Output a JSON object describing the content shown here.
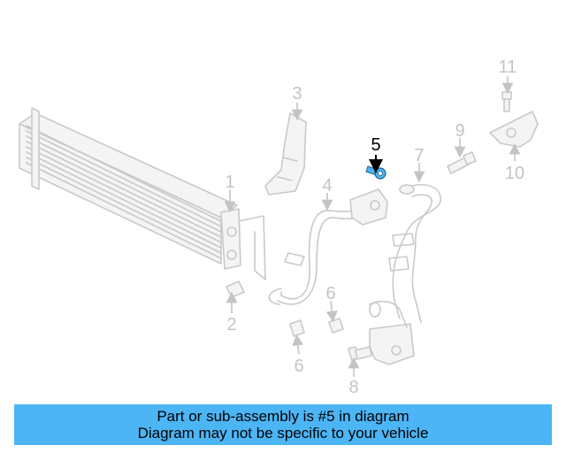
{
  "diagram": {
    "callouts": [
      "1",
      "2",
      "3",
      "4",
      "5",
      "6",
      "6",
      "7",
      "8",
      "9",
      "10",
      "11"
    ],
    "highlighted_part": "5",
    "highlight_color": "#4cb5f5"
  },
  "banner": {
    "line1": "Part or sub-assembly is #5 in diagram",
    "line2": "Diagram may not be specific to your vehicle"
  }
}
